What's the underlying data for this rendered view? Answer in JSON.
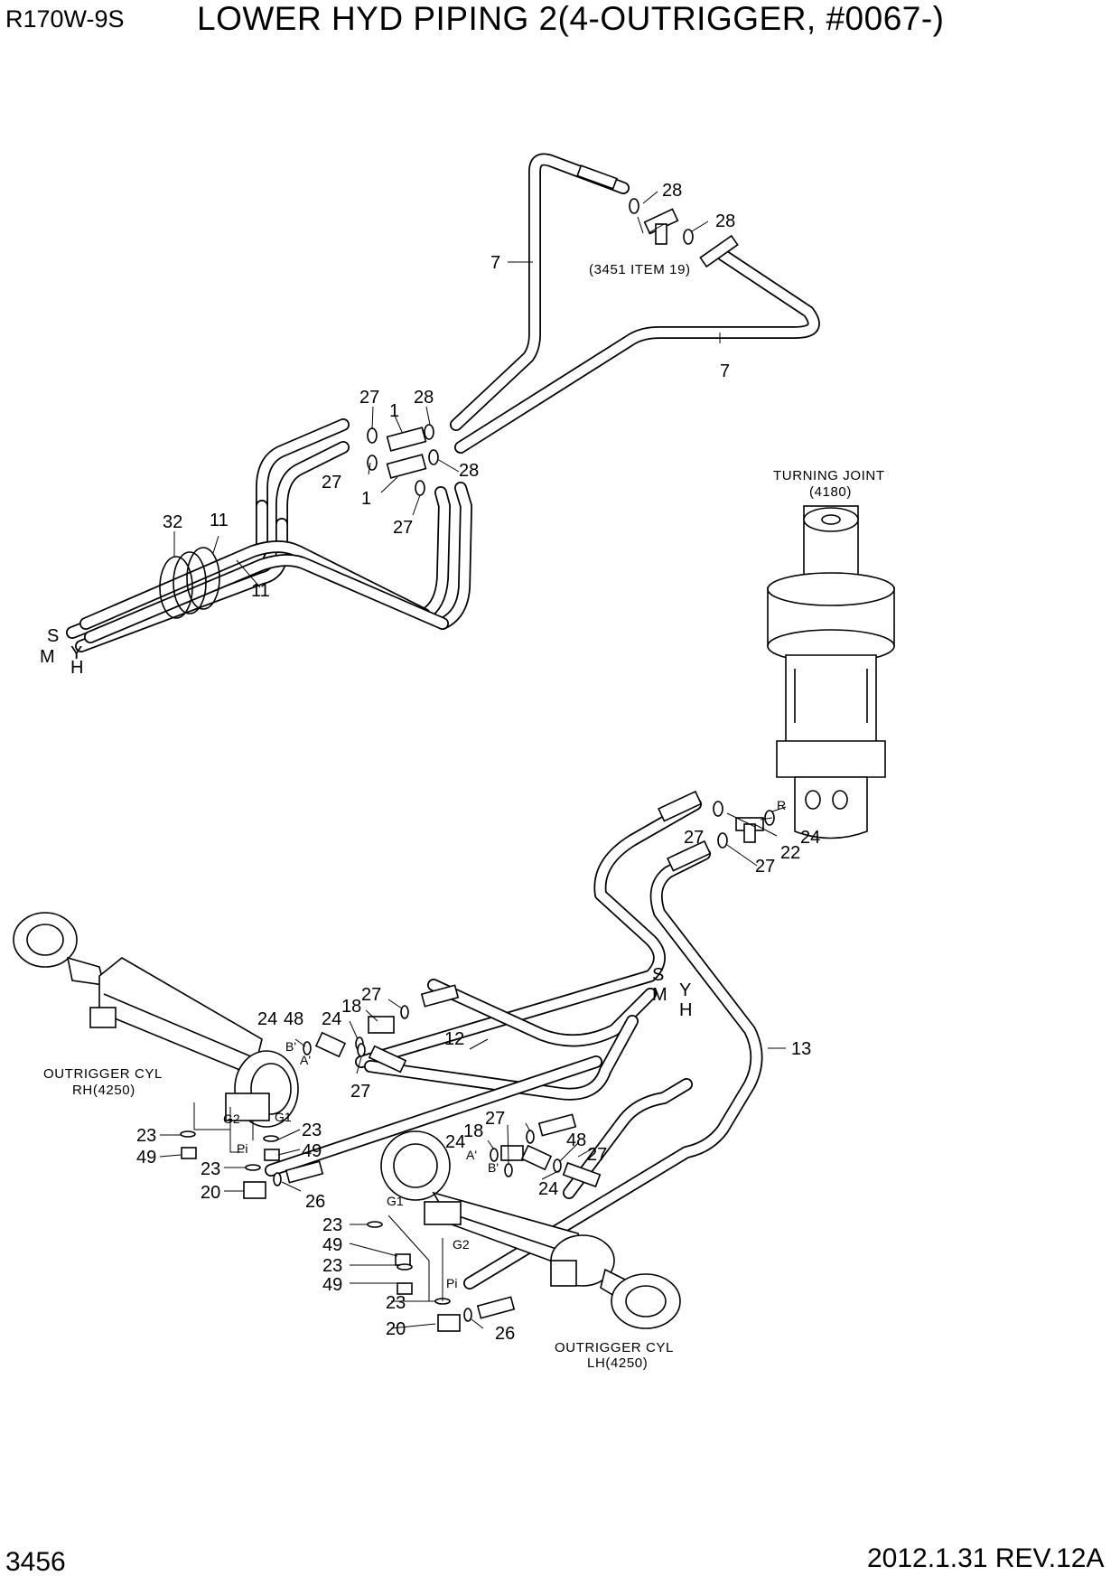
{
  "header": {
    "model": "R170W-9S",
    "title": "LOWER HYD PIPING 2(4-OUTRIGGER, #0067-)"
  },
  "footer": {
    "page_number": "3456",
    "date": "2012.1.31",
    "revision": "REV.12A"
  },
  "diagram": {
    "captions": {
      "item_ref": "(3451 ITEM 19)",
      "turning_joint": "TURNING JOINT",
      "turning_joint_ref": "(4180)",
      "cyl_rh": "OUTRIGGER CYL",
      "cyl_rh_ref": "RH(4250)",
      "cyl_lh": "OUTRIGGER CYL",
      "cyl_lh_ref": "LH(4250)"
    },
    "port_labels": {
      "S": "S",
      "M": "M",
      "Y": "Y",
      "H": "H",
      "R": "R",
      "A": "A'",
      "B": "B'",
      "G1": "G1",
      "G2": "G2",
      "Pi": "Pi"
    },
    "callouts": {
      "n1": "1",
      "n7": "7",
      "n11": "11",
      "n12": "12",
      "n13": "13",
      "n18": "18",
      "n20": "20",
      "n22": "22",
      "n23": "23",
      "n24": "24",
      "n26": "26",
      "n27": "27",
      "n28": "28",
      "n32": "32",
      "n48": "48",
      "n49": "49"
    }
  }
}
